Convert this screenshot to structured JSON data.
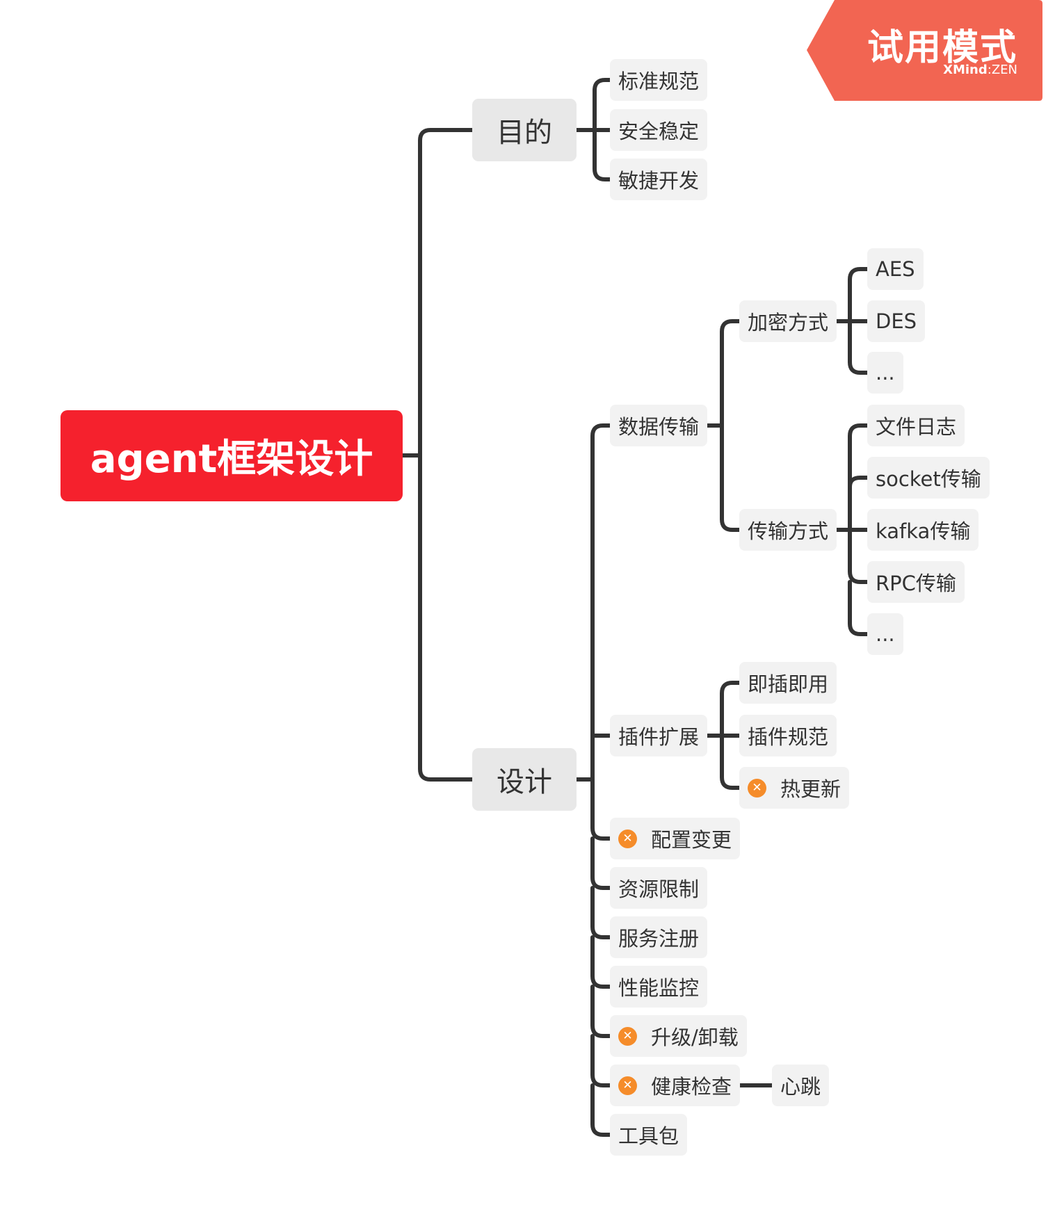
{
  "watermark": {
    "title": "试用模式",
    "brand": "XMind",
    "brand_suffix": ":ZEN",
    "color": "#f26552"
  },
  "colors": {
    "root": "#f5212d",
    "line": "#333333",
    "warning": "#f58c2a"
  },
  "mindmap": {
    "root": "agent框架设计",
    "branches": [
      {
        "label": "目的",
        "children": [
          "标准规范",
          "安全稳定",
          "敏捷开发"
        ]
      },
      {
        "label": "设计",
        "children": [
          {
            "label": "数据传输",
            "children": [
              {
                "label": "加密方式",
                "children": [
                  "AES",
                  "DES",
                  "..."
                ]
              },
              {
                "label": "传输方式",
                "children": [
                  "文件日志",
                  "socket传输",
                  "kafka传输",
                  "RPC传输",
                  "..."
                ]
              }
            ]
          },
          {
            "label": "插件扩展",
            "children": [
              {
                "label": "即插即用"
              },
              {
                "label": "插件规范"
              },
              {
                "label": "热更新",
                "icon": "warning-x-icon"
              }
            ]
          },
          {
            "label": "配置变更",
            "icon": "warning-x-icon"
          },
          {
            "label": "资源限制"
          },
          {
            "label": "服务注册"
          },
          {
            "label": "性能监控"
          },
          {
            "label": "升级/卸载",
            "icon": "warning-x-icon"
          },
          {
            "label": "健康检查",
            "icon": "warning-x-icon",
            "children": [
              "心跳"
            ]
          },
          {
            "label": "工具包"
          }
        ]
      }
    ]
  }
}
